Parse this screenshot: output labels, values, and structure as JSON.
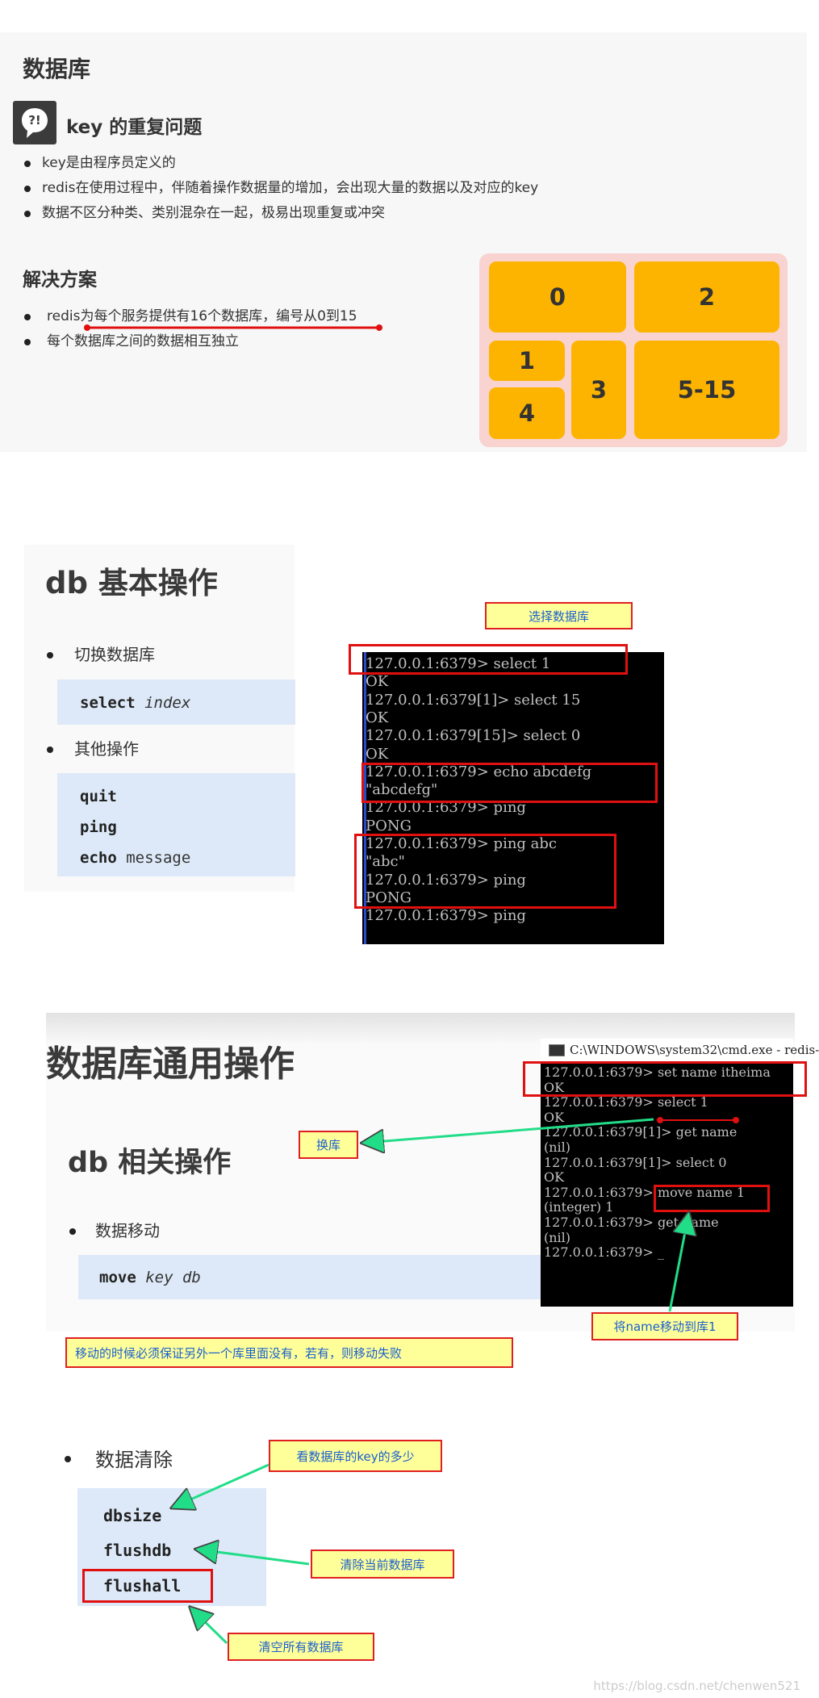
{
  "section1": {
    "title": "数据库",
    "subtitle": "key 的重复问题",
    "problems": [
      "key是由程序员定义的",
      "redis在使用过程中，伴随着操作数据量的增加，会出现大量的数据以及对应的key",
      "数据不区分种类、类别混杂在一起，极易出现重复或冲突"
    ],
    "solution_title": "解决方案",
    "solutions": [
      "redis为每个服务提供有16个数据库，编号从0到15",
      "每个数据库之间的数据相互独立"
    ],
    "db_tiles": [
      "0",
      "2",
      "1",
      "3",
      "5-15",
      "4"
    ],
    "colors": {
      "tile": "#fdb400",
      "panel": "#f8d3d0"
    }
  },
  "section2": {
    "title": "db 基本操作",
    "bullet_switch": "切换数据库",
    "select_cmd": "select",
    "select_arg": "index",
    "bullet_other": "其他操作",
    "other_cmds": [
      {
        "cmd": "quit",
        "arg": ""
      },
      {
        "cmd": "ping",
        "arg": ""
      },
      {
        "cmd": "echo",
        "arg": "message"
      }
    ],
    "note": "选择数据库",
    "console_lines": [
      "127.0.0.1:6379> select 1",
      "OK",
      "127.0.0.1:6379[1]> select 15",
      "OK",
      "127.0.0.1:6379[15]> select 0",
      "OK",
      "127.0.0.1:6379> echo abcdefg",
      "\"abcdefg\"",
      "127.0.0.1:6379> ping",
      "PONG",
      "127.0.0.1:6379> ping abc",
      "\"abc\"",
      "127.0.0.1:6379> ping",
      "PONG",
      "127.0.0.1:6379> ping"
    ]
  },
  "section3": {
    "title": "数据库通用操作",
    "subtitle": "db 相关操作",
    "bullet_move": "数据移动",
    "move_cmd": "move",
    "move_args": "key db",
    "window_title": "C:\\WINDOWS\\system32\\cmd.exe - redis-",
    "console_lines": [
      "127.0.0.1:6379> set name itheima",
      "OK",
      "127.0.0.1:6379> select 1",
      "OK",
      "127.0.0.1:6379[1]> get name",
      "(nil)",
      "127.0.0.1:6379[1]> select 0",
      "OK",
      "127.0.0.1:6379> move name 1",
      "(integer) 1",
      "127.0.0.1:6379> get name",
      "(nil)",
      "127.0.0.1:6379> _"
    ],
    "note_switch": "换库",
    "note_move_to": "将name移动到库1",
    "note_warning": "移动的时候必须保证另外一个库里面没有，若有，则移动失败",
    "bullet_clear": "数据清除",
    "clear_cmds": [
      "dbsize",
      "flushdb",
      "flushall"
    ],
    "note_dbsize": "看数据库的key的多少",
    "note_flushdb": "清除当前数据库",
    "note_flushall": "清空所有数据库"
  },
  "footer": {
    "watermark": "https://blog.csdn.net/chenwen521"
  },
  "colors": {
    "annotation_red": "#e01010",
    "note_bg": "#ffff99",
    "note_text": "#1a5fd0",
    "arrow": "#22dd88",
    "code_bg": "#dde9f8"
  }
}
